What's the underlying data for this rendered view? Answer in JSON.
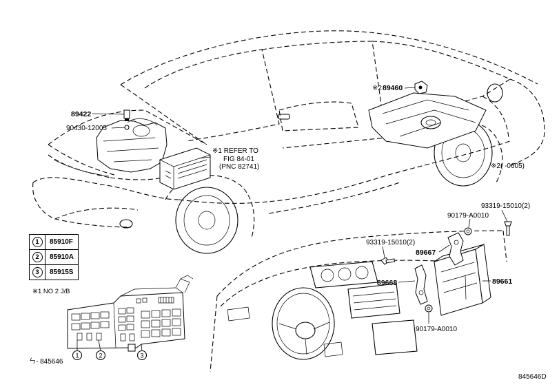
{
  "callouts": {
    "p89422": "89422",
    "p90430": "90430-12005",
    "refer_line1": "※1 REFER TO",
    "refer_line2": "FIG 84-01",
    "refer_line3": "(PNC 82741)",
    "p89460_mark": "※2",
    "p89460": "89460",
    "note2": "※2(    -0605)",
    "p93319_right": "93319-15010(2)",
    "p90179_top": "90179-A0010",
    "p93319_left": "93319-15010(2)",
    "p89667": "89667",
    "p89668": "89668",
    "p89661": "89661",
    "p90179_bottom": "90179-A0010"
  },
  "legend_table": {
    "rows": [
      {
        "num": "1",
        "part": "85910F"
      },
      {
        "num": "2",
        "part": "85910A"
      },
      {
        "num": "3",
        "part": "85915S"
      }
    ],
    "note": "※1 NO 2 J/B"
  },
  "junction_box_labels": [
    "1",
    "2",
    "3"
  ],
  "footer": {
    "left_ref": "ㄣ- 845646",
    "right_ref": "845646D"
  }
}
